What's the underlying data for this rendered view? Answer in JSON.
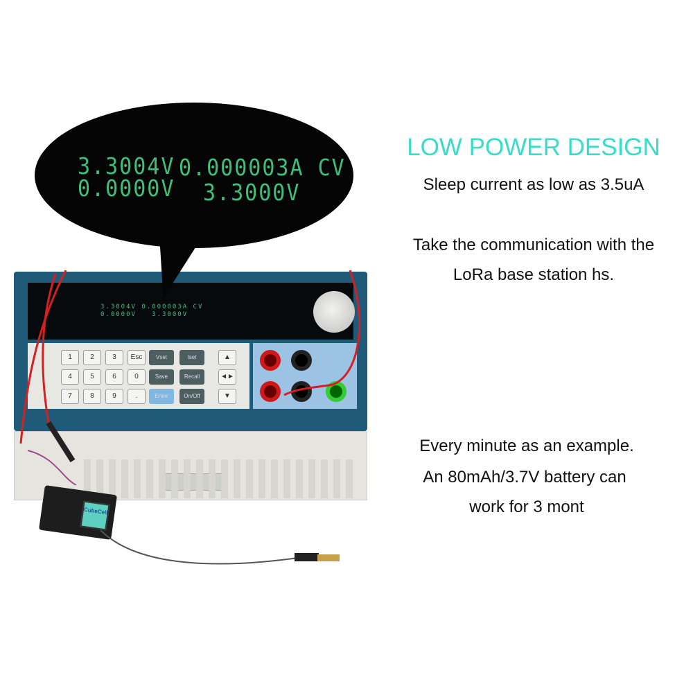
{
  "callout": {
    "line1_left": "3.3004V",
    "line1_right": "0.000003A CV",
    "line2_left": "0.0000V",
    "line2_right": "3.3000V"
  },
  "instrument": {
    "screen": {
      "line1": "3.3004V 0.000003A CV",
      "line2": "0.0000V   3.3000V"
    },
    "keys": [
      "1",
      "2",
      "3",
      "Esc",
      "4",
      "5",
      "6",
      "0",
      "7",
      "8",
      "9",
      "."
    ],
    "function_keys": [
      "Vset",
      "Iset",
      "Save",
      "Recall",
      "Enter",
      "On/Off"
    ],
    "arrow_keys": [
      "▲",
      "◄►",
      "▼"
    ]
  },
  "module": {
    "label": "CubeCell"
  },
  "text": {
    "title": "LOW POWER DESIGN",
    "sleep": "Sleep current as low as 3.5uA",
    "comm_line1": "Take the communication with the",
    "comm_line2": "LoRa base station hs.",
    "example_line1": "Every minute as an example.",
    "example_line2": "An 80mAh/3.7V battery can",
    "example_line3": "work for 3 mont"
  },
  "colors": {
    "title": "#37dccb",
    "lcd": "#3fc07a",
    "instrument": "#1f5a78"
  }
}
